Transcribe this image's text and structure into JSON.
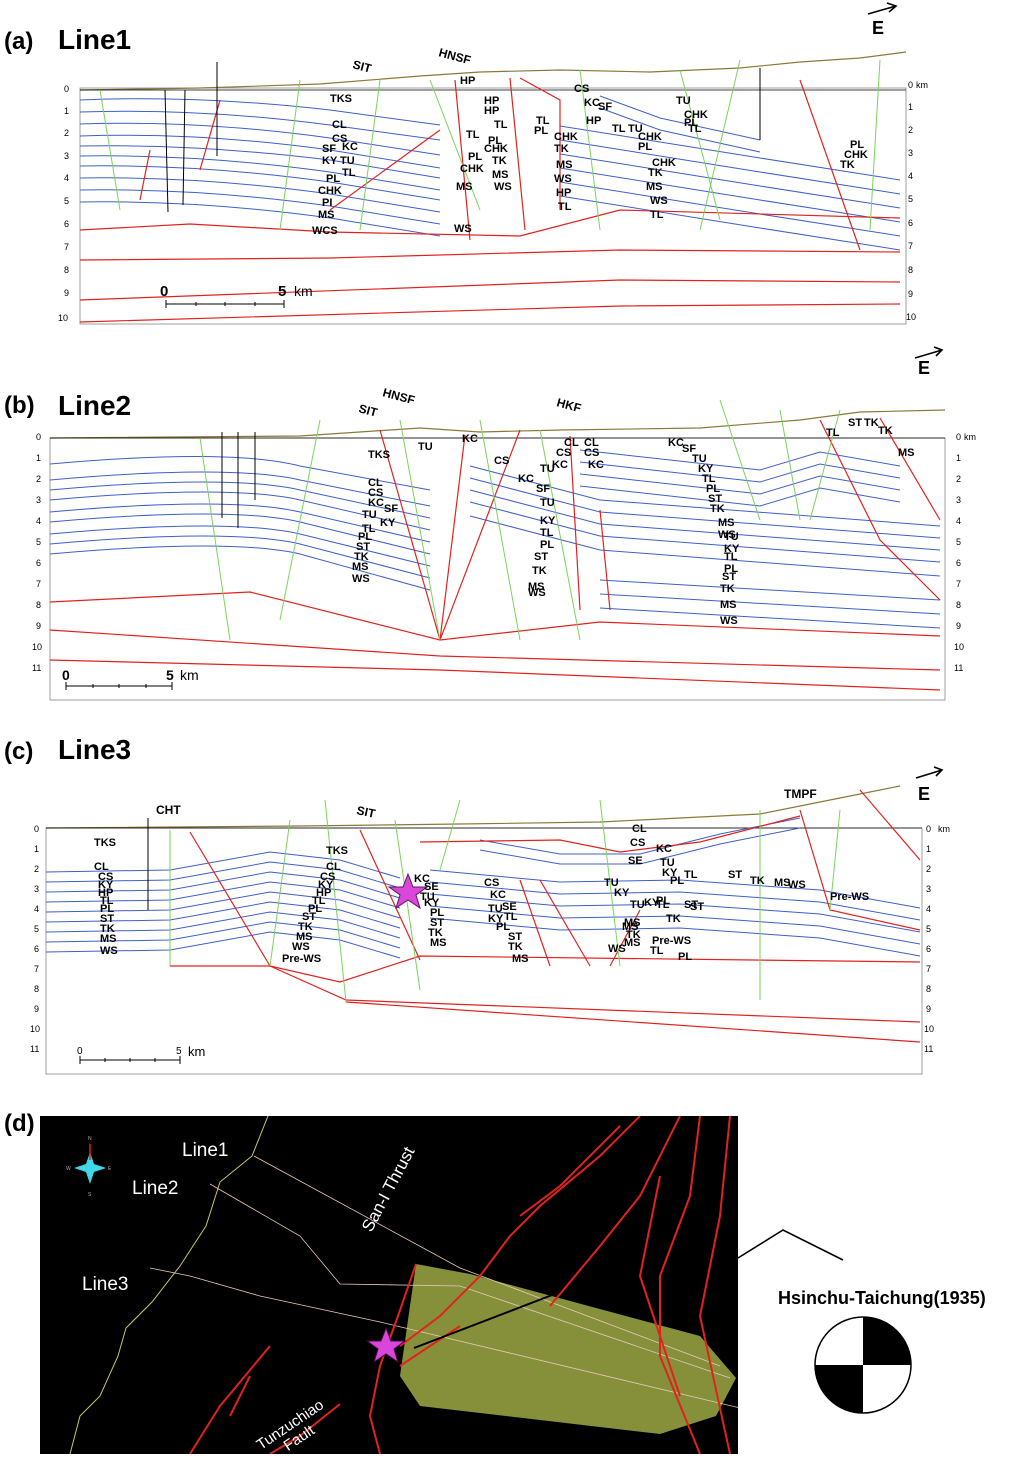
{
  "panels": [
    {
      "label": "(a)",
      "title": "Line1",
      "depth_ticks": [
        "0",
        "1",
        "2",
        "3",
        "4",
        "5",
        "6",
        "7",
        "8",
        "9",
        "10"
      ],
      "depth_unit": "km",
      "scale": {
        "start": "0",
        "end": "5",
        "unit": "km"
      },
      "orientation": "E",
      "faults": [
        "SIT",
        "HNSF"
      ],
      "formations": [
        {
          "text": "TKS"
        },
        {
          "text": "CL"
        },
        {
          "text": "CS"
        },
        {
          "text": "SF"
        },
        {
          "text": "KC"
        },
        {
          "text": "KY"
        },
        {
          "text": "TU"
        },
        {
          "text": "TL"
        },
        {
          "text": "PL"
        },
        {
          "text": "CHK"
        },
        {
          "text": "PI"
        },
        {
          "text": "MS"
        },
        {
          "text": "WCS"
        },
        {
          "text": "HP"
        },
        {
          "text": "HP"
        },
        {
          "text": "TL"
        },
        {
          "text": "PL"
        },
        {
          "text": "CHK"
        },
        {
          "text": "MS"
        },
        {
          "text": "WS"
        },
        {
          "text": "HP"
        },
        {
          "text": "TL"
        },
        {
          "text": "PL"
        },
        {
          "text": "CHK"
        },
        {
          "text": "TK"
        },
        {
          "text": "MS"
        },
        {
          "text": "WS"
        },
        {
          "text": "KC"
        },
        {
          "text": "CS"
        },
        {
          "text": "SF"
        },
        {
          "text": "HP"
        },
        {
          "text": "TL"
        },
        {
          "text": "TU"
        },
        {
          "text": "CHK"
        },
        {
          "text": "TL"
        },
        {
          "text": "PL"
        },
        {
          "text": "CHK"
        },
        {
          "text": "TK"
        },
        {
          "text": "MS"
        },
        {
          "text": "WS"
        },
        {
          "text": "HP"
        },
        {
          "text": "TL"
        },
        {
          "text": "TU"
        },
        {
          "text": "CHK"
        },
        {
          "text": "PL"
        },
        {
          "text": "TL"
        },
        {
          "text": "PL"
        },
        {
          "text": "CHK"
        },
        {
          "text": "TK"
        },
        {
          "text": "MS"
        },
        {
          "text": "WS"
        },
        {
          "text": "TL"
        },
        {
          "text": "PL"
        },
        {
          "text": "CHK"
        },
        {
          "text": "TK"
        }
      ]
    },
    {
      "label": "(b)",
      "title": "Line2",
      "depth_ticks": [
        "0",
        "1",
        "2",
        "3",
        "4",
        "5",
        "6",
        "7",
        "8",
        "9",
        "10",
        "11"
      ],
      "depth_unit": "km",
      "scale": {
        "start": "0",
        "end": "5",
        "unit": "km"
      },
      "orientation": "E",
      "faults": [
        "SIT",
        "HNSF",
        "HKF"
      ],
      "formations": [
        {
          "text": "TKS"
        },
        {
          "text": "CL"
        },
        {
          "text": "CS"
        },
        {
          "text": "KC"
        },
        {
          "text": "SF"
        },
        {
          "text": "TU"
        },
        {
          "text": "KY"
        },
        {
          "text": "TL"
        },
        {
          "text": "PL"
        },
        {
          "text": "ST"
        },
        {
          "text": "TK"
        },
        {
          "text": "MS"
        },
        {
          "text": "WS"
        },
        {
          "text": "TU"
        },
        {
          "text": "KC"
        },
        {
          "text": "CS"
        },
        {
          "text": "TU"
        },
        {
          "text": "KC"
        },
        {
          "text": "SF"
        },
        {
          "text": "TU"
        },
        {
          "text": "KY"
        },
        {
          "text": "TL"
        },
        {
          "text": "PL"
        },
        {
          "text": "ST"
        },
        {
          "text": "TK"
        },
        {
          "text": "MS"
        },
        {
          "text": "WS"
        },
        {
          "text": "CL"
        },
        {
          "text": "CS"
        },
        {
          "text": "KC"
        },
        {
          "text": "CL"
        },
        {
          "text": "CS"
        },
        {
          "text": "KC"
        },
        {
          "text": "KC"
        },
        {
          "text": "SF"
        },
        {
          "text": "TU"
        },
        {
          "text": "KY"
        },
        {
          "text": "TL"
        },
        {
          "text": "PL"
        },
        {
          "text": "ST"
        },
        {
          "text": "TK"
        },
        {
          "text": "MS"
        },
        {
          "text": "WS"
        },
        {
          "text": "TU"
        },
        {
          "text": "KY"
        },
        {
          "text": "TL"
        },
        {
          "text": "PL"
        },
        {
          "text": "ST"
        },
        {
          "text": "TK"
        },
        {
          "text": "MS"
        },
        {
          "text": "WS"
        },
        {
          "text": "ST"
        },
        {
          "text": "TK"
        },
        {
          "text": "TL"
        },
        {
          "text": "TK"
        },
        {
          "text": "MS"
        }
      ]
    },
    {
      "label": "(c)",
      "title": "Line3",
      "depth_ticks": [
        "0",
        "1",
        "2",
        "3",
        "4",
        "5",
        "6",
        "7",
        "8",
        "9",
        "10",
        "11"
      ],
      "depth_unit": "km",
      "scale": {
        "start": "0",
        "end": "5",
        "unit": "km"
      },
      "orientation": "E",
      "faults": [
        "CHT",
        "SIT",
        "TMPF"
      ],
      "formations": [
        {
          "text": "TKS"
        },
        {
          "text": "CL"
        },
        {
          "text": "CS"
        },
        {
          "text": "KY"
        },
        {
          "text": "HP"
        },
        {
          "text": "TL"
        },
        {
          "text": "PL"
        },
        {
          "text": "ST"
        },
        {
          "text": "TK"
        },
        {
          "text": "MS"
        },
        {
          "text": "WS"
        },
        {
          "text": "TKS"
        },
        {
          "text": "CL"
        },
        {
          "text": "CS"
        },
        {
          "text": "KY"
        },
        {
          "text": "HP"
        },
        {
          "text": "TL"
        },
        {
          "text": "PL"
        },
        {
          "text": "ST"
        },
        {
          "text": "TK"
        },
        {
          "text": "MS"
        },
        {
          "text": "WS"
        },
        {
          "text": "Pre-WS"
        },
        {
          "text": "KC"
        },
        {
          "text": "SE"
        },
        {
          "text": "TU"
        },
        {
          "text": "KY"
        },
        {
          "text": "PL"
        },
        {
          "text": "ST"
        },
        {
          "text": "TK"
        },
        {
          "text": "MS"
        },
        {
          "text": "CS"
        },
        {
          "text": "KC"
        },
        {
          "text": "SE"
        },
        {
          "text": "TU"
        },
        {
          "text": "KY"
        },
        {
          "text": "TL"
        },
        {
          "text": "PL"
        },
        {
          "text": "ST"
        },
        {
          "text": "TK"
        },
        {
          "text": "MS"
        },
        {
          "text": "CL"
        },
        {
          "text": "CS"
        },
        {
          "text": "SE"
        },
        {
          "text": "KC"
        },
        {
          "text": "TU"
        },
        {
          "text": "KY"
        },
        {
          "text": "PL"
        },
        {
          "text": "TL"
        },
        {
          "text": "ST"
        },
        {
          "text": "TK"
        },
        {
          "text": "MS"
        },
        {
          "text": "WS"
        },
        {
          "text": "Pre-WS"
        },
        {
          "text": "TU"
        },
        {
          "text": "KY"
        },
        {
          "text": "TU"
        },
        {
          "text": "KY"
        },
        {
          "text": "TL"
        },
        {
          "text": "PL"
        },
        {
          "text": "ST"
        },
        {
          "text": "TK"
        },
        {
          "text": "MS"
        },
        {
          "text": "TK"
        },
        {
          "text": "MS"
        },
        {
          "text": "WS"
        },
        {
          "text": "Pre-WS"
        },
        {
          "text": "TL"
        },
        {
          "text": "PL"
        },
        {
          "text": "ST"
        },
        {
          "text": "MS"
        }
      ]
    }
  ],
  "map": {
    "label": "(d)",
    "lines": [
      "Line1",
      "Line2",
      "Line3"
    ],
    "san_i_thrust": "San-I Thrust",
    "tunzuchiao_fault": "Tunzuchiao Fault",
    "earthquake": "Hsinchu-Taichung(1935)",
    "compass": {
      "n": "N",
      "e": "E",
      "s": "S",
      "w": "W"
    },
    "colors": {
      "background": "#000000",
      "faults": "#e0231e",
      "coastline": "#c8c864",
      "study_area": "#a8b44a",
      "epicenter": "#d946d9",
      "compass": "#40d8e8"
    }
  },
  "colors": {
    "horizons": "#3f5fc8",
    "faults": "#e0231e",
    "axial_surfaces": "#7ad45a",
    "topography": "#8a7a3a"
  }
}
